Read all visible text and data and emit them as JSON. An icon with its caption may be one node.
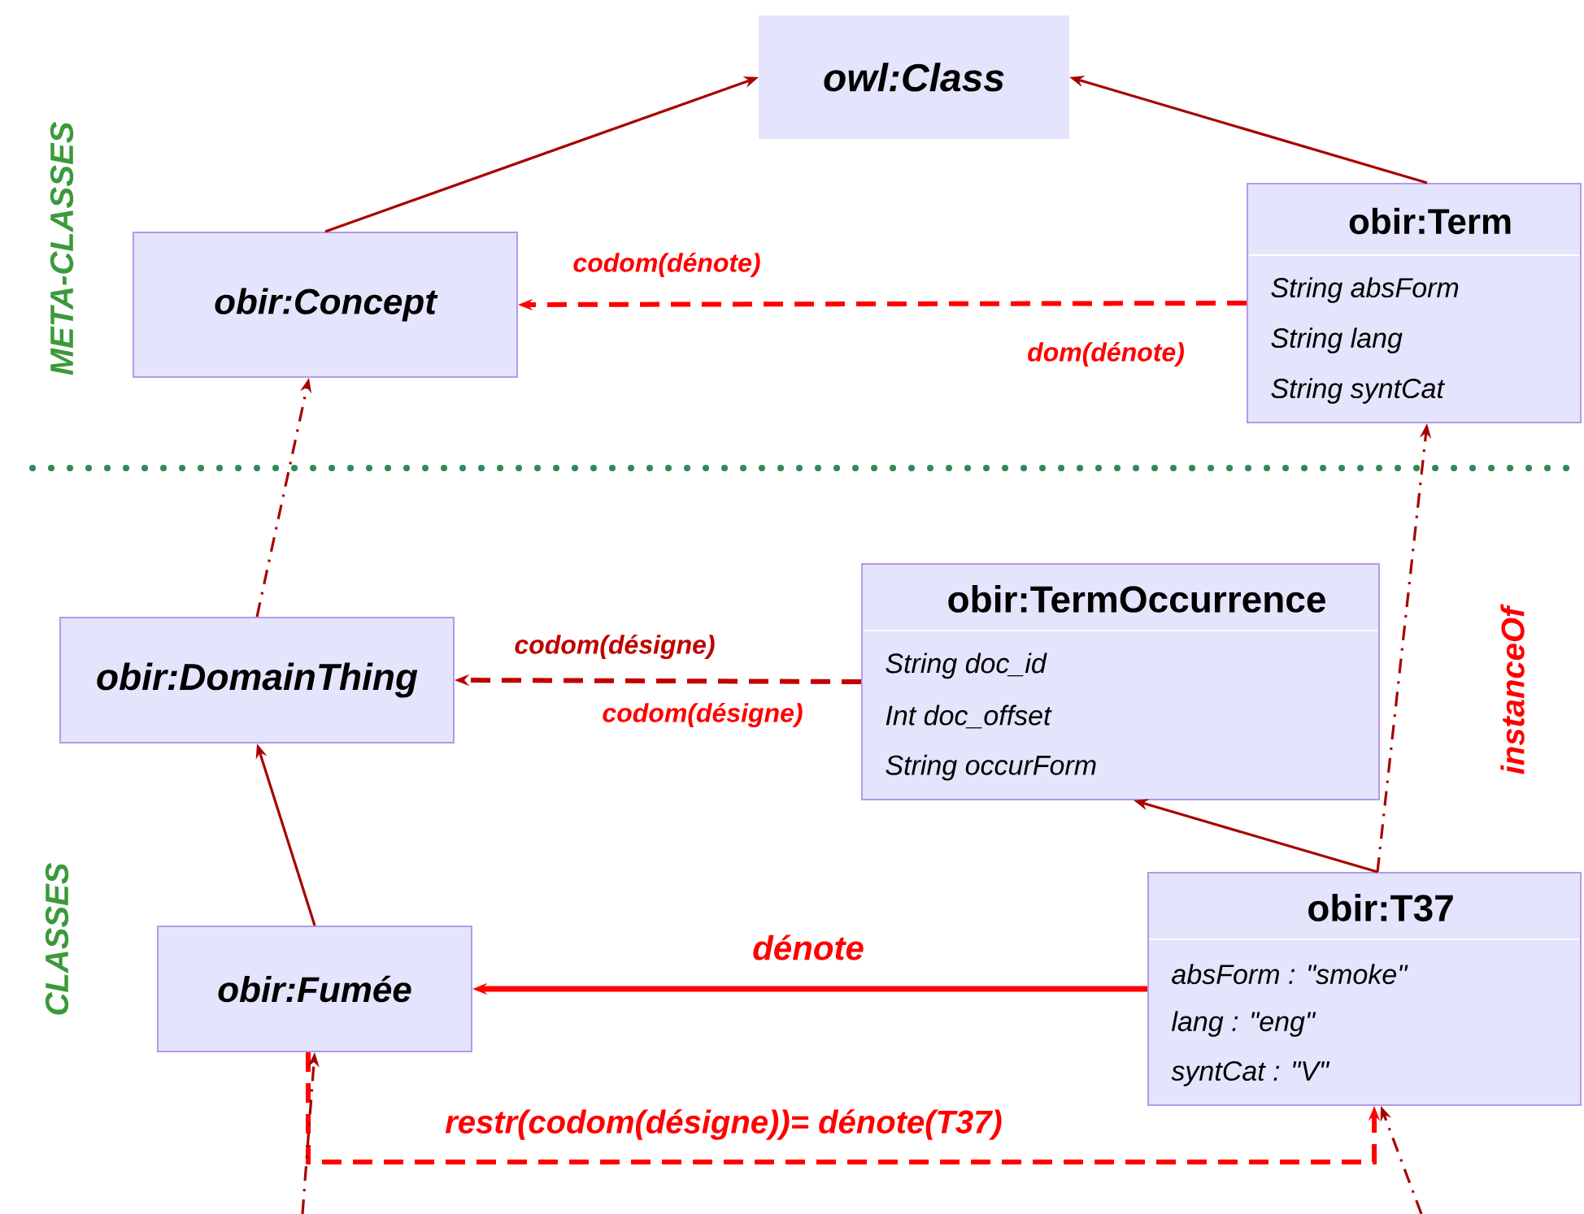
{
  "diagram": {
    "nodes": [
      {
        "text": [
          "owl:Class"
        ]
      },
      {
        "text": [
          "obir:Concept"
        ]
      },
      {
        "text": [
          "obir:Term",
          "String absForm",
          "String lang",
          "String syntCat"
        ]
      },
      {
        "text": [
          "obir:DomainThing"
        ]
      },
      {
        "text": [
          "obir:TermOccurrence",
          "String doc_id",
          "Int doc_offset",
          "String occurForm"
        ]
      },
      {
        "text": [
          "obir:Fumée"
        ]
      },
      {
        "text": [
          "obir:T37",
          "absForm : \"smoke\"",
          "lang : \"eng\"",
          "syntCat : \"V\""
        ]
      }
    ],
    "edges": [
      {
        "from": 1,
        "to": 0,
        "arrow": "to"
      },
      {
        "from": 2,
        "to": 0,
        "arrow": "to"
      },
      {
        "from": 2,
        "to": 1,
        "arrow": "to",
        "label": "codom(dénote)",
        "style": "dashed",
        "color": "#ff0000"
      },
      {
        "from": 3,
        "to": 1,
        "arrow": "to",
        "style": "dashed"
      },
      {
        "from": 4,
        "to": 3,
        "arrow": "to",
        "label": "codom(désigne)",
        "style": "dashed",
        "color": "#c00000"
      },
      {
        "from": 5,
        "to": 3,
        "arrow": "to"
      },
      {
        "from": 6,
        "to": 4,
        "arrow": "to"
      },
      {
        "from": 6,
        "to": 2,
        "arrow": "to",
        "label": "instanceOf",
        "style": "dashed"
      },
      {
        "from": 6,
        "to": 5,
        "arrow": "to",
        "label": "dénote",
        "style": "thick",
        "color": "#ff0000"
      },
      {
        "from": 5,
        "to": 6,
        "arrow": "to",
        "label": "restr(codom(désigne))= dénote(T37)",
        "style": "dashed",
        "color": "#ff0000"
      },
      {
        "from": null,
        "to": 5,
        "arrow": "to",
        "style": "dashed"
      },
      {
        "from": null,
        "to": 6,
        "arrow": "to",
        "style": "dashed"
      }
    ],
    "labels": [
      "META-CLASSES",
      "dom(dénote)",
      "codom(désigne)",
      "CLASSES"
    ]
  }
}
